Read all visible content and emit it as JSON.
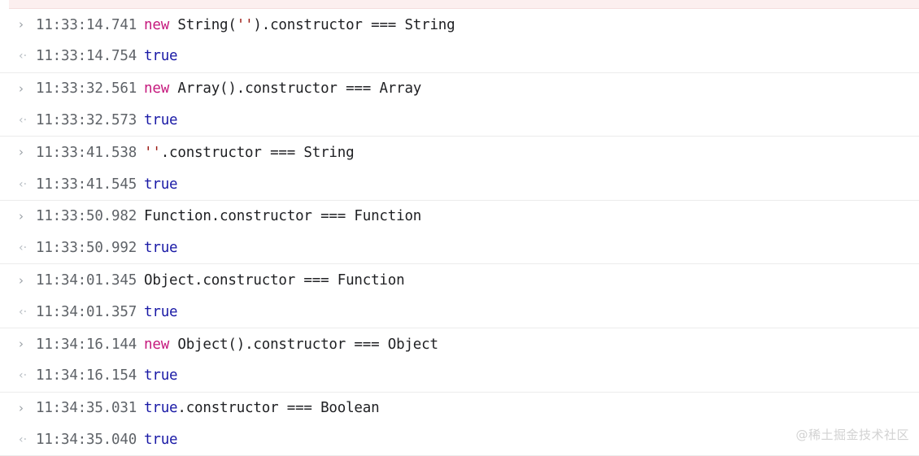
{
  "console": {
    "error_strip_color": "#fcefez",
    "icons": {
      "input": "›",
      "output": "‹·"
    },
    "colors": {
      "keyword": "#c5197d",
      "boolean": "#1a1aa6",
      "string": "#9c1b14",
      "plain": "#202124",
      "timestamp": "#5f6368",
      "value": "#1a1aa6",
      "separator": "#ececec",
      "error_strip": "#fcefef"
    },
    "entries": [
      {
        "input_icon": "›",
        "input_time": "11:33:14.741",
        "input_tokens": [
          {
            "t": "new",
            "c": "kw"
          },
          {
            "t": " String(",
            "c": "plain"
          },
          {
            "t": "''",
            "c": "str"
          },
          {
            "t": ").constructor === String",
            "c": "plain"
          }
        ],
        "output_icon": "‹·",
        "output_time": "11:33:14.754",
        "output_value": "true"
      },
      {
        "input_icon": "›",
        "input_time": "11:33:32.561",
        "input_tokens": [
          {
            "t": "new",
            "c": "kw"
          },
          {
            "t": " Array().constructor === Array",
            "c": "plain"
          }
        ],
        "output_icon": "‹·",
        "output_time": "11:33:32.573",
        "output_value": "true"
      },
      {
        "input_icon": "›",
        "input_time": "11:33:41.538",
        "input_tokens": [
          {
            "t": "''",
            "c": "str"
          },
          {
            "t": ".constructor === String",
            "c": "plain"
          }
        ],
        "output_icon": "‹·",
        "output_time": "11:33:41.545",
        "output_value": "true"
      },
      {
        "input_icon": "›",
        "input_time": "11:33:50.982",
        "input_tokens": [
          {
            "t": "Function.constructor === Function",
            "c": "plain"
          }
        ],
        "output_icon": "‹·",
        "output_time": "11:33:50.992",
        "output_value": "true"
      },
      {
        "input_icon": "›",
        "input_time": "11:34:01.345",
        "input_tokens": [
          {
            "t": "Object.constructor === Function",
            "c": "plain"
          }
        ],
        "output_icon": "‹·",
        "output_time": "11:34:01.357",
        "output_value": "true"
      },
      {
        "input_icon": "›",
        "input_time": "11:34:16.144",
        "input_tokens": [
          {
            "t": "new",
            "c": "kw"
          },
          {
            "t": " Object().constructor === Object",
            "c": "plain"
          }
        ],
        "output_icon": "‹·",
        "output_time": "11:34:16.154",
        "output_value": "true"
      },
      {
        "input_icon": "›",
        "input_time": "11:34:35.031",
        "input_tokens": [
          {
            "t": "true",
            "c": "bool"
          },
          {
            "t": ".constructor === Boolean",
            "c": "plain"
          }
        ],
        "output_icon": "‹·",
        "output_time": "11:34:35.040",
        "output_value": "true"
      }
    ],
    "watermark": "@稀土掘金技术社区"
  }
}
